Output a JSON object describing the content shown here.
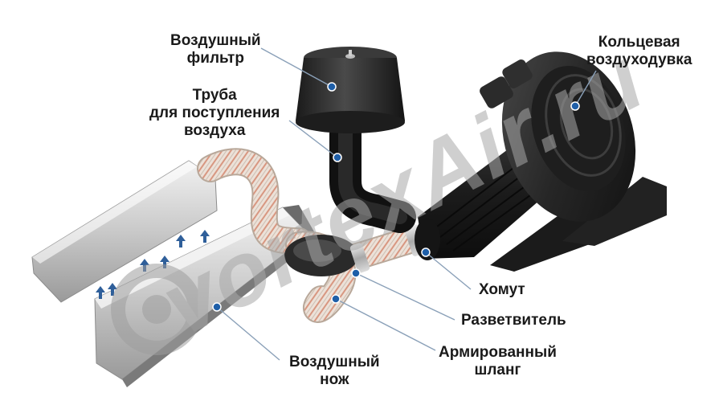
{
  "labels": {
    "air_filter": [
      "Воздушный",
      "фильтр"
    ],
    "intake_pipe": [
      "Труба",
      "для поступления",
      "воздуха"
    ],
    "ring_blower": [
      "Кольцевая",
      "воздуходувка"
    ],
    "clamp": [
      "Хомут"
    ],
    "splitter": [
      "Разветвитель"
    ],
    "reinforced_hose": [
      "Армированный",
      "шланг"
    ],
    "air_knife": [
      "Воздушный",
      "нож"
    ]
  },
  "watermark": "vortexAir.ru",
  "colors": {
    "label_text": "#1a1a1a",
    "leader_line": "#8aa0b8",
    "marker": "#1f5fa8",
    "watermark": "#b8b8b8",
    "blower_body": "#262626",
    "hose": "#e9dcd2",
    "hose_stripe": "#c85a3a",
    "knife": "#d9d9d9"
  }
}
